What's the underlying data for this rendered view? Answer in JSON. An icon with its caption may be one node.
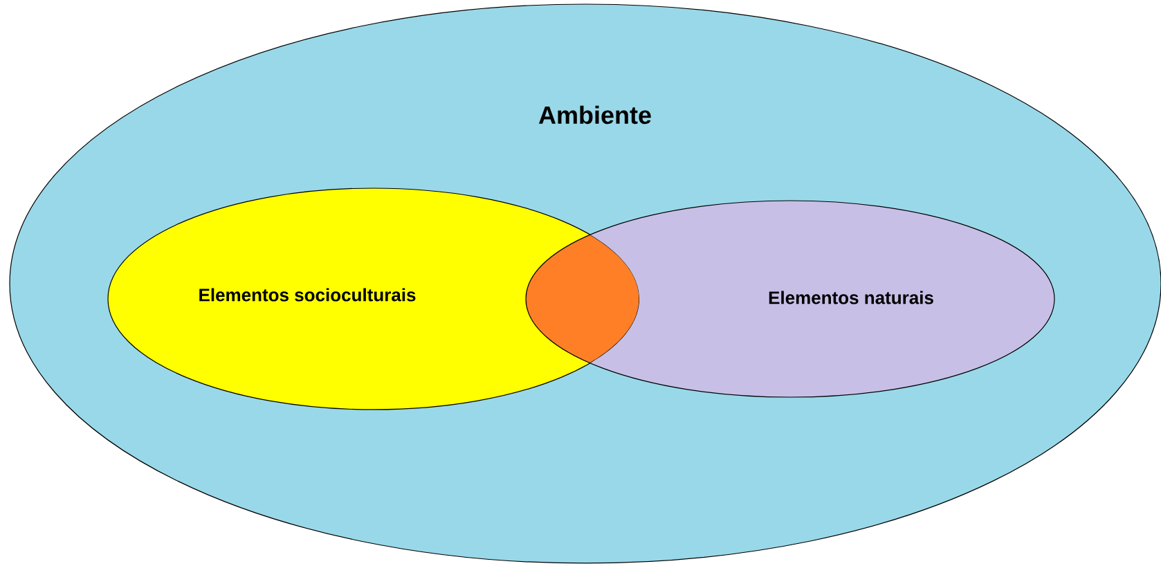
{
  "diagram": {
    "nodes": [
      {
        "text": [
          "Ambiente"
        ]
      },
      {
        "text": [
          "Elementos socioculturais"
        ],
        "in": 0
      },
      {
        "text": [
          "Elementos naturais"
        ],
        "in": 0
      }
    ]
  }
}
